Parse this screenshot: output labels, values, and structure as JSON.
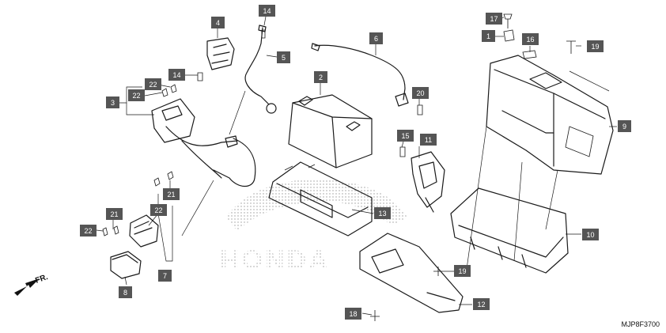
{
  "diagram": {
    "code": "MJP8F3700",
    "front_label": "FR.",
    "watermark": "HONDA",
    "callouts": {
      "c1": "1",
      "c2": "2",
      "c3": "3",
      "c4": "4",
      "c5": "5",
      "c6": "6",
      "c7": "7",
      "c8": "8",
      "c9": "9",
      "c10": "10",
      "c11": "11",
      "c12": "12",
      "c13": "13",
      "c14a": "14",
      "c14b": "14",
      "c15": "15",
      "c16": "16",
      "c17": "17",
      "c18": "18",
      "c19a": "19",
      "c19b": "19",
      "c20": "20",
      "c21a": "21",
      "c21b": "21",
      "c22a": "22",
      "c22b": "22",
      "c22c": "22",
      "c22d": "22"
    }
  }
}
